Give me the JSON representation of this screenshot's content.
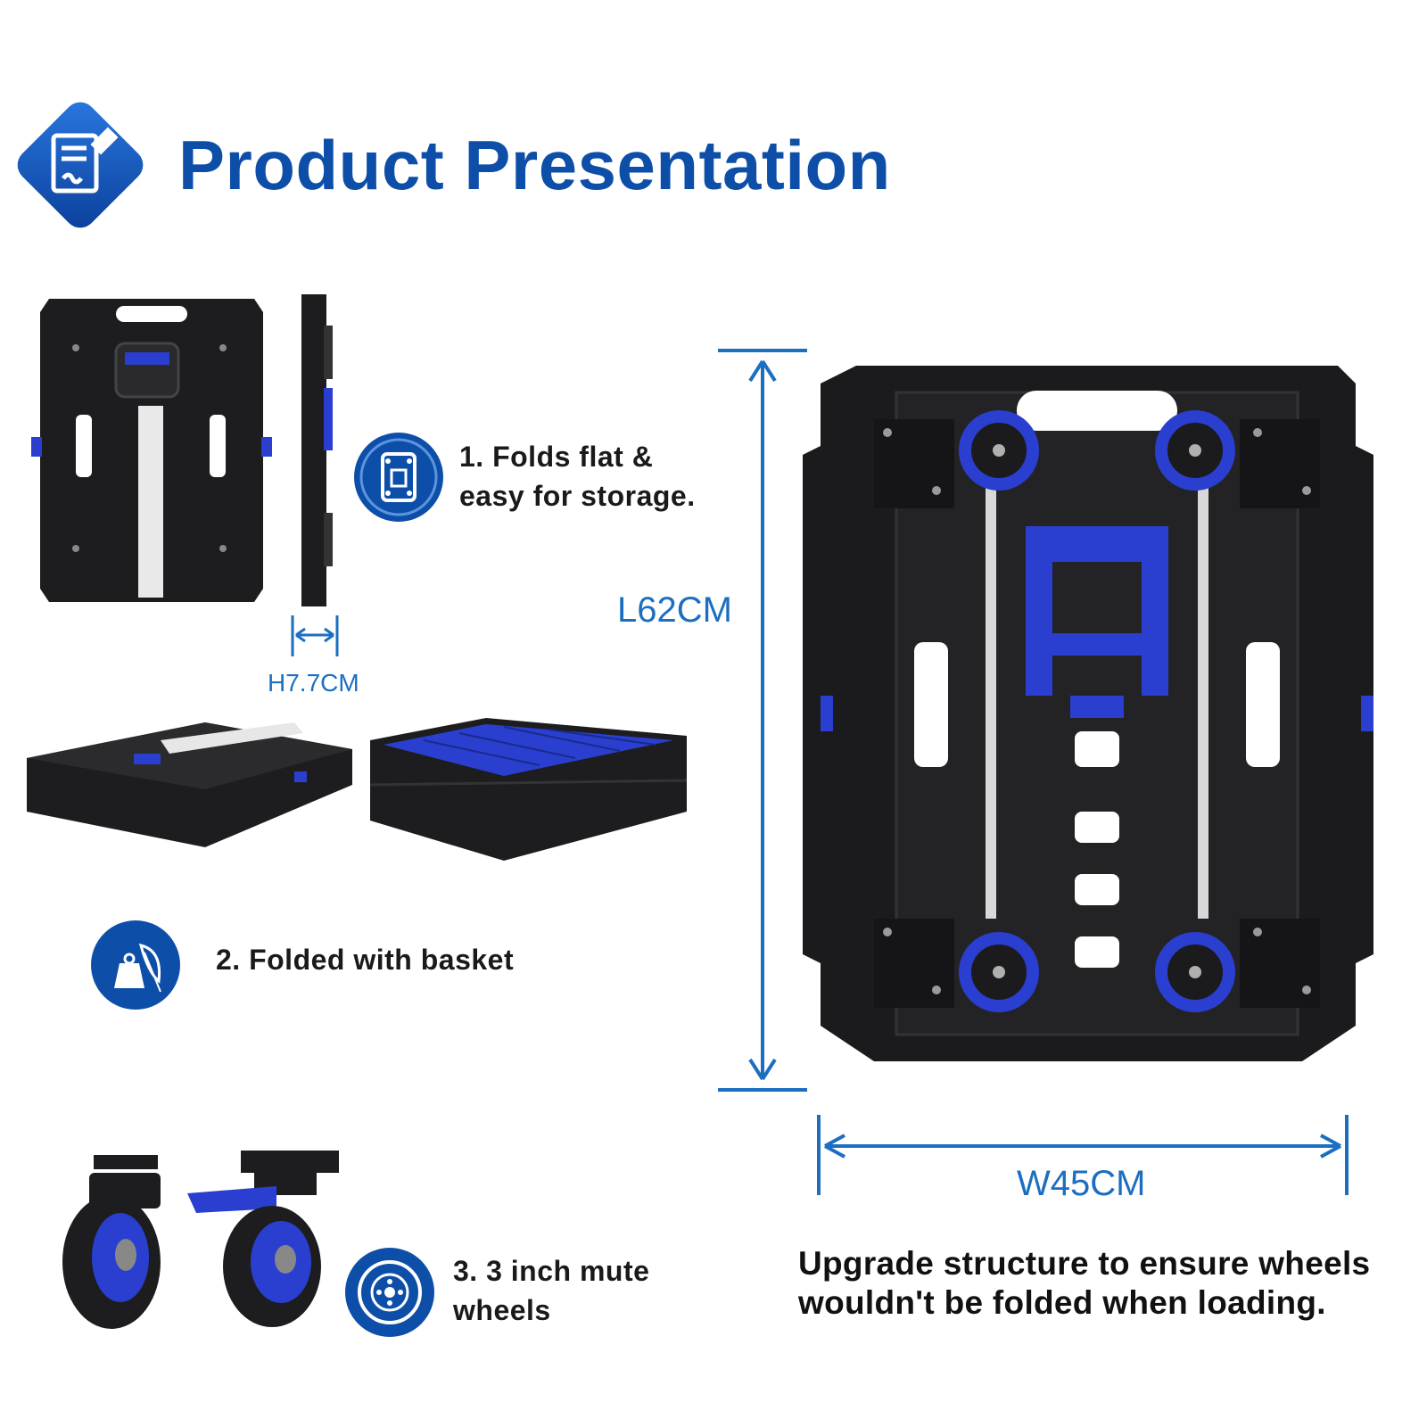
{
  "header": {
    "title": "Product Presentation",
    "icon": "document-signature-icon"
  },
  "features": [
    {
      "line1": "1. Folds flat &",
      "line2": "easy for storage.",
      "icon": "folded-cart-icon"
    },
    {
      "line1": "2. Folded with basket",
      "icon": "weight-feather-icon"
    },
    {
      "line1": "3. 3 inch mute",
      "line2": "wheels",
      "icon": "wheel-icon"
    }
  ],
  "dimensions": {
    "height": "H7.7CM",
    "length": "L62CM",
    "width": "W45CM"
  },
  "note": {
    "line1": "Upgrade structure to ensure wheels",
    "line2": "wouldn't be folded when loading."
  },
  "colors": {
    "brand_blue": "#0d4fa8",
    "dimension_blue": "#1c6fc0",
    "cart_black": "#1b1b1d",
    "accent_blue": "#2a3fd0"
  }
}
